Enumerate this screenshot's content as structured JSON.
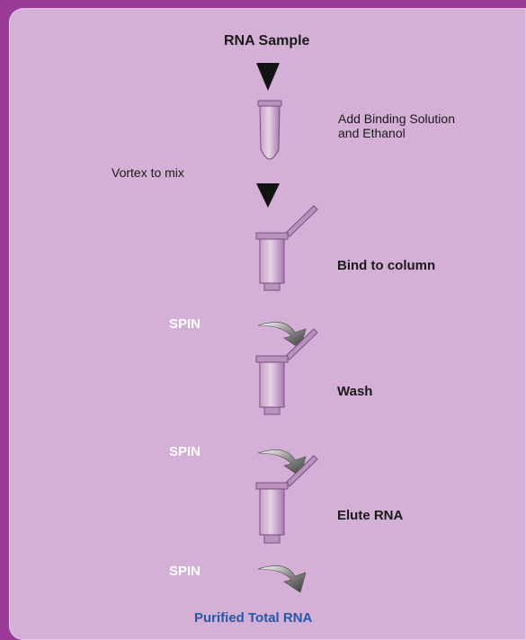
{
  "steps": {
    "start_label": "RNA Sample",
    "add_binding": "Add Binding Solution and Ethanol",
    "vortex": "Vortex to mix",
    "bind": "Bind to column",
    "wash": "Wash",
    "elute": "Elute RNA",
    "spin_1": "SPIN",
    "spin_2": "SPIN",
    "spin_3": "SPIN",
    "result": "Purified Total RNA"
  },
  "colors": {
    "background": "#9c3a98",
    "panel": "#d4b0d6",
    "spin_text": "#ffffff",
    "result_text": "#2458a8"
  },
  "icons": [
    "arrow-down-icon",
    "tube-icon",
    "spin-column-icon",
    "spin-arrow-icon"
  ]
}
